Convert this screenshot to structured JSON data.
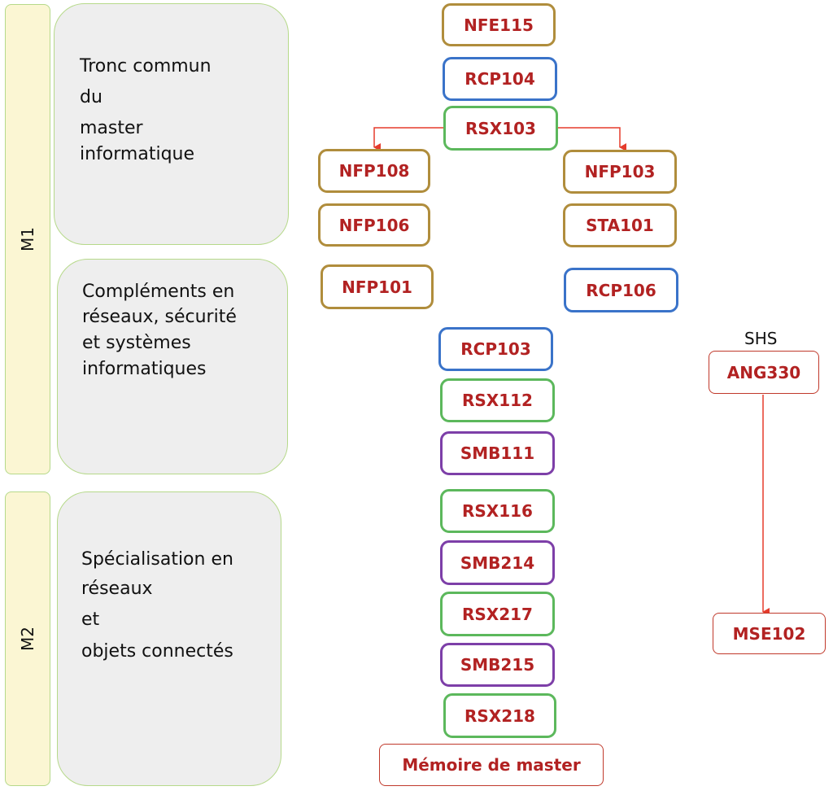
{
  "years": [
    {
      "id": "m1",
      "label": "M1"
    },
    {
      "id": "m2",
      "label": "M2"
    }
  ],
  "blocks": [
    {
      "id": "tronc",
      "lines": [
        "Tronc commun",
        "du",
        "master",
        "informatique"
      ]
    },
    {
      "id": "complements",
      "lines": [
        "Compléments en",
        "réseaux, sécurité",
        "et systèmes",
        "informatiques"
      ]
    },
    {
      "id": "specialisation",
      "lines": [
        "Spécialisation en",
        "réseaux",
        "et",
        "objets connectés"
      ]
    }
  ],
  "courses": {
    "nfe115": "NFE115",
    "rcp104": "RCP104",
    "rsx103": "RSX103",
    "nfp108": "NFP108",
    "nfp103": "NFP103",
    "nfp106": "NFP106",
    "sta101": "STA101",
    "nfp101": "NFP101",
    "rcp106": "RCP106",
    "rcp103": "RCP103",
    "rsx112": "RSX112",
    "smb111": "SMB111",
    "rsx116": "RSX116",
    "smb214": "SMB214",
    "rsx217": "RSX217",
    "smb215": "SMB215",
    "rsx218": "RSX218",
    "memoire": "Mémoire de master",
    "ang330": "ANG330",
    "mse102": "MSE102"
  },
  "shs_label": "SHS",
  "colors": {
    "gold": "#b08d3c",
    "blue": "#3a73c9",
    "green": "#5cb85c",
    "purple": "#7d3fa8",
    "red_text": "#b22222",
    "arrow": "#e53b2c"
  }
}
